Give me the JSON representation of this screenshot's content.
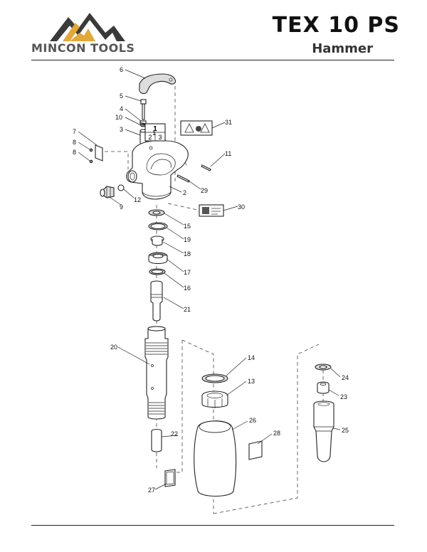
{
  "header": {
    "brand": "MINCON TOOLS",
    "title": "TEX 10 PS",
    "subtitle": "Hammer"
  },
  "decal_31_cells": [
    "1",
    "2",
    "3"
  ],
  "callouts": [
    "1",
    "2",
    "3",
    "4",
    "5",
    "6",
    "7",
    "8",
    "8",
    "9",
    "10",
    "11",
    "12",
    "13",
    "14",
    "15",
    "16",
    "17",
    "18",
    "19",
    "20",
    "21",
    "22",
    "23",
    "24",
    "25",
    "26",
    "27",
    "28",
    "29",
    "30",
    "31"
  ]
}
